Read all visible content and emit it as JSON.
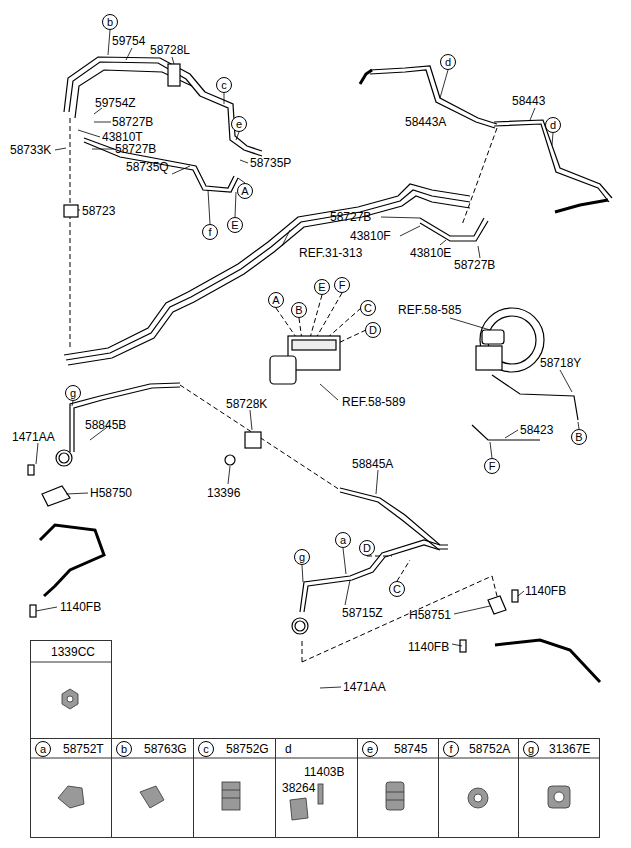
{
  "diagram": {
    "nodes": [
      {
        "text": [
          "b"
        ]
      },
      {
        "text": [
          "c"
        ]
      },
      {
        "text": [
          "e"
        ]
      },
      {
        "text": [
          "A"
        ]
      },
      {
        "text": [
          "f"
        ]
      },
      {
        "text": [
          "E"
        ]
      },
      {
        "text": [
          "d"
        ]
      },
      {
        "text": [
          "d"
        ]
      },
      {
        "text": [
          "A"
        ]
      },
      {
        "text": [
          "B"
        ]
      },
      {
        "text": [
          "E"
        ]
      },
      {
        "text": [
          "F"
        ]
      },
      {
        "text": [
          "C"
        ]
      },
      {
        "text": [
          "D"
        ]
      },
      {
        "text": [
          "B"
        ]
      },
      {
        "text": [
          "F"
        ]
      },
      {
        "text": [
          "g"
        ]
      },
      {
        "text": [
          "a"
        ]
      },
      {
        "text": [
          "D"
        ]
      },
      {
        "text": [
          "g"
        ]
      },
      {
        "text": [
          "C"
        ]
      },
      {
        "text": [
          "1339CC"
        ]
      },
      {
        "text": [
          "58752T"
        ]
      },
      {
        "text": [
          "a"
        ],
        "in": 22
      },
      {
        "text": [
          "58763G"
        ]
      },
      {
        "text": [
          "b"
        ],
        "in": 24
      },
      {
        "text": [
          "58752G"
        ]
      },
      {
        "text": [
          "c"
        ],
        "in": 26
      },
      {
        "text": [
          "d",
          "11403B",
          "38264"
        ]
      },
      {
        "text": [
          "58745"
        ]
      },
      {
        "text": [
          "e"
        ],
        "in": 29
      },
      {
        "text": [
          "58752A"
        ]
      },
      {
        "text": [
          "f"
        ],
        "in": 31
      },
      {
        "text": [
          "31367E"
        ]
      },
      {
        "text": [
          "g"
        ],
        "in": 33
      }
    ],
    "labels": [
      "59754",
      "58728L",
      "59754Z",
      "58727B",
      "43810T",
      "58733K",
      "58727B",
      "58735Q",
      "58735P",
      "58723",
      "REF.31-313",
      "58443A",
      "58443",
      "58727B",
      "43810F",
      "43810E",
      "58727B",
      "REF.58-585",
      "REF.58-589",
      "58718Y",
      "58423",
      "58728K",
      "58845B",
      "1471AA",
      "H58750",
      "13396",
      "58845A",
      "58715Z",
      "1140FB",
      "1140FB",
      "H58751",
      "1140FB",
      "1471AA"
    ]
  }
}
